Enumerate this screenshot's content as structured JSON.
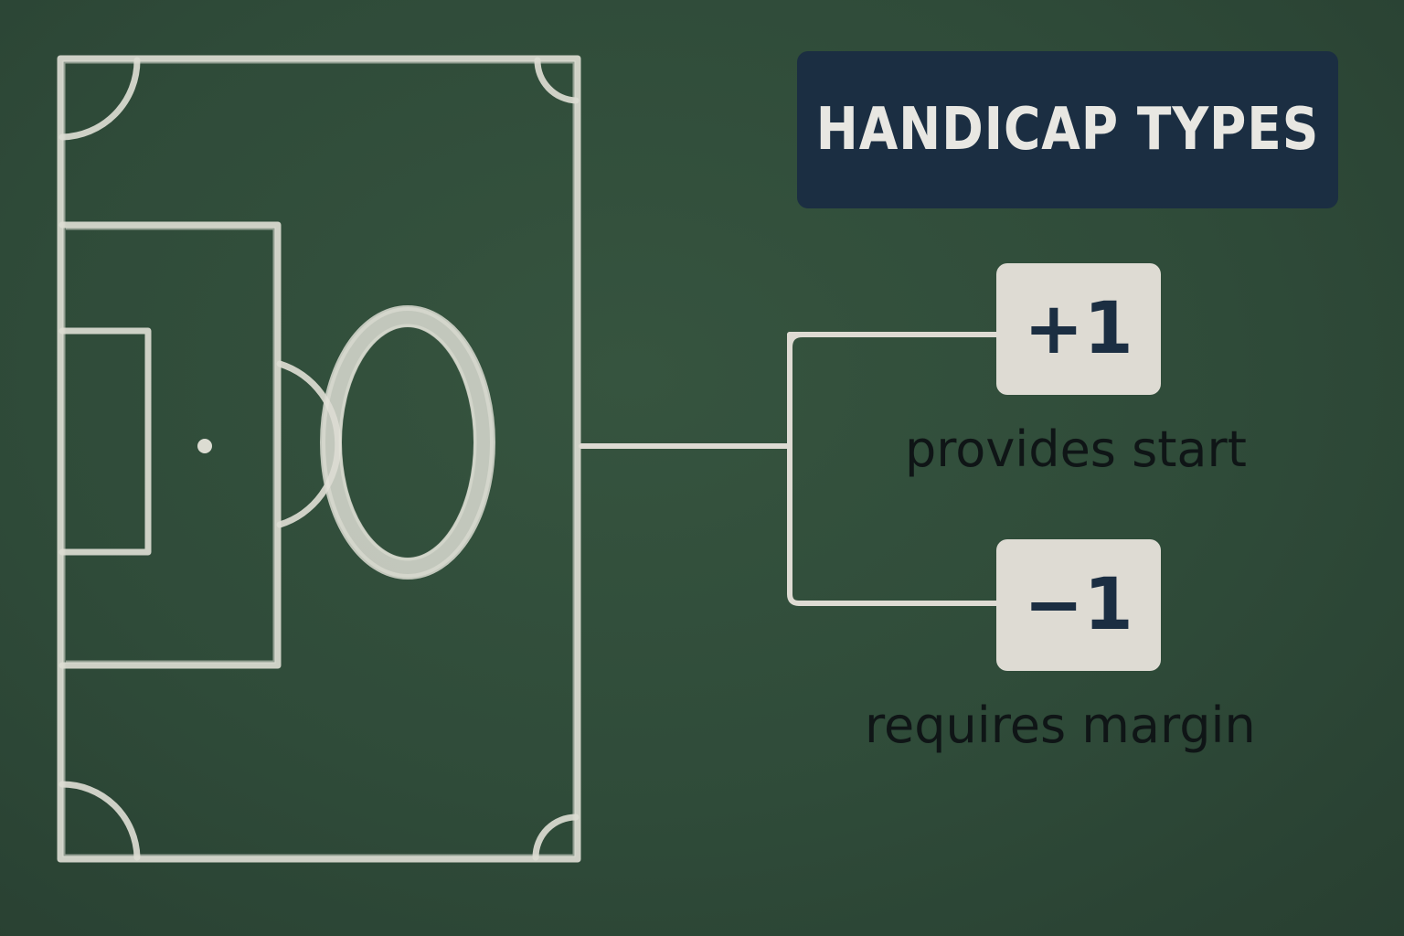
{
  "title": "HANDICAP TYPES",
  "options": [
    {
      "value": "+1",
      "description": "provides start"
    },
    {
      "value": "−1",
      "description": "requires margin"
    }
  ],
  "colors": {
    "board": "#2e4a38",
    "chalk": "#dcdcd2",
    "title_box": "#1b2e42",
    "title_text": "#e8e7e2",
    "badge": "#dedbd3",
    "badge_text": "#1b2e42",
    "caption_text": "#0f1516"
  }
}
